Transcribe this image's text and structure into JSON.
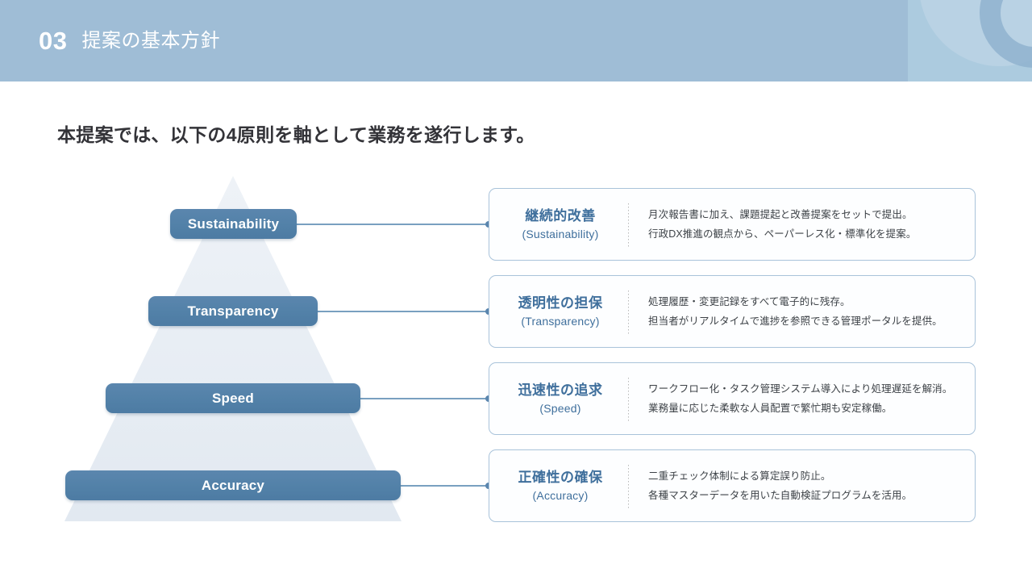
{
  "header": {
    "number": "03",
    "title": "提案の基本方針",
    "bg_color": "#9fbdd6",
    "panel_color": "#accbdf"
  },
  "lead": {
    "text": "本提案では、以下の4原則を軸として業務を遂行します。"
  },
  "pyramid": {
    "accent_color": "#5281a8",
    "fill_color": "#e6ecf3",
    "levels": [
      {
        "label": "Sustainability"
      },
      {
        "label": "Transparency"
      },
      {
        "label": "Speed"
      },
      {
        "label": "Accuracy"
      }
    ]
  },
  "cards": [
    {
      "label_ja": "継続的改善",
      "label_en": "(Sustainability)",
      "desc_line1": "月次報告書に加え、課題提起と改善提案をセットで提出。",
      "desc_line2": "行政DX推進の観点から、ペーパーレス化・標準化を提案。"
    },
    {
      "label_ja": "透明性の担保",
      "label_en": "(Transparency)",
      "desc_line1": "処理履歴・変更記録をすべて電子的に残存。",
      "desc_line2": "担当者がリアルタイムで進捗を参照できる管理ポータルを提供。"
    },
    {
      "label_ja": "迅速性の追求",
      "label_en": "(Speed)",
      "desc_line1": "ワークフロー化・タスク管理システム導入により処理遅延を解消。",
      "desc_line2": "業務量に応じた柔軟な人員配置で繁忙期も安定稼働。"
    },
    {
      "label_ja": "正確性の確保",
      "label_en": "(Accuracy)",
      "desc_line1": "二重チェック体制による算定誤り防止。",
      "desc_line2": "各種マスターデータを用いた自動検証プログラムを活用。"
    }
  ]
}
